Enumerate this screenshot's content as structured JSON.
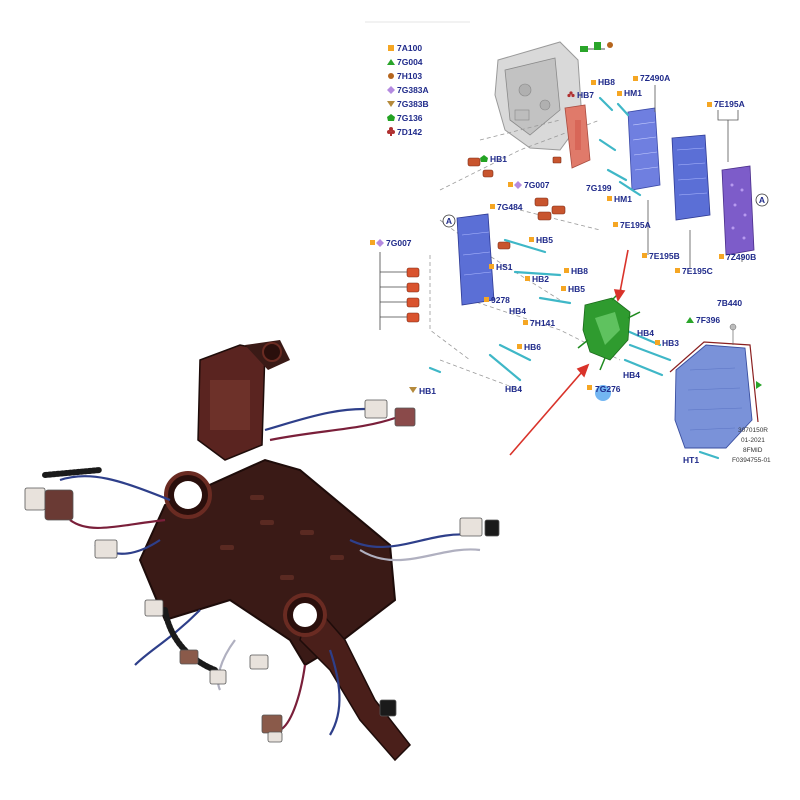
{
  "legend": [
    {
      "code": "7A100",
      "symbol": "square",
      "color": "#f5a623"
    },
    {
      "code": "7G004",
      "symbol": "triangle",
      "color": "#2aa52a"
    },
    {
      "code": "7H103",
      "symbol": "circle",
      "color": "#b5651d"
    },
    {
      "code": "7G383A",
      "symbol": "diamond",
      "color": "#b48ae0"
    },
    {
      "code": "7G383B",
      "symbol": "triangle-down",
      "color": "#b58a3c"
    },
    {
      "code": "7G136",
      "symbol": "pentagon",
      "color": "#23a323"
    },
    {
      "code": "7D142",
      "symbol": "club",
      "color": "#b03030"
    }
  ],
  "callouts": {
    "hb8_top": "HB8",
    "hb7": "HB7",
    "hm1_top": "HM1",
    "z490a": "7Z490A",
    "e195a_top": "7E195A",
    "hb1_top": "HB1",
    "g007_mid": "7G007",
    "g199": "7G199",
    "hm1_mid": "HM1",
    "g484": "7G484",
    "e195a_mid": "7E195A",
    "g007_left": "7G007",
    "hb5_a": "HB5",
    "e195b": "7E195B",
    "e195c": "7E195C",
    "z490b": "7Z490B",
    "hs1": "HS1",
    "hb2": "HB2",
    "hb8_mid": "HB8",
    "p9278": "9278",
    "hb5_b": "HB5",
    "hb4_a": "HB4",
    "h141": "7H141",
    "b440": "7B440",
    "f396": "7F396",
    "hb4_b": "HB4",
    "hb3": "HB3",
    "hb6": "HB6",
    "hb4_c": "HB4",
    "hb4_d": "HB4",
    "g276": "7G276",
    "hb1_bottom": "HB1",
    "ht1": "HT1",
    "circle_a1": "A",
    "circle_a2": "A"
  },
  "footer": [
    "3070150R",
    "01-2021",
    "8FMID",
    "F0394755-01"
  ],
  "colors": {
    "label": "#1f2a8a",
    "valve_body": "#5b6fd6",
    "plate": "#7d5cc9",
    "harness_highlight": "#1f8a1f",
    "arrow": "#d9332a",
    "pointer_dot": "#5aa9f0",
    "harness_photo": "#4a1f1a"
  }
}
